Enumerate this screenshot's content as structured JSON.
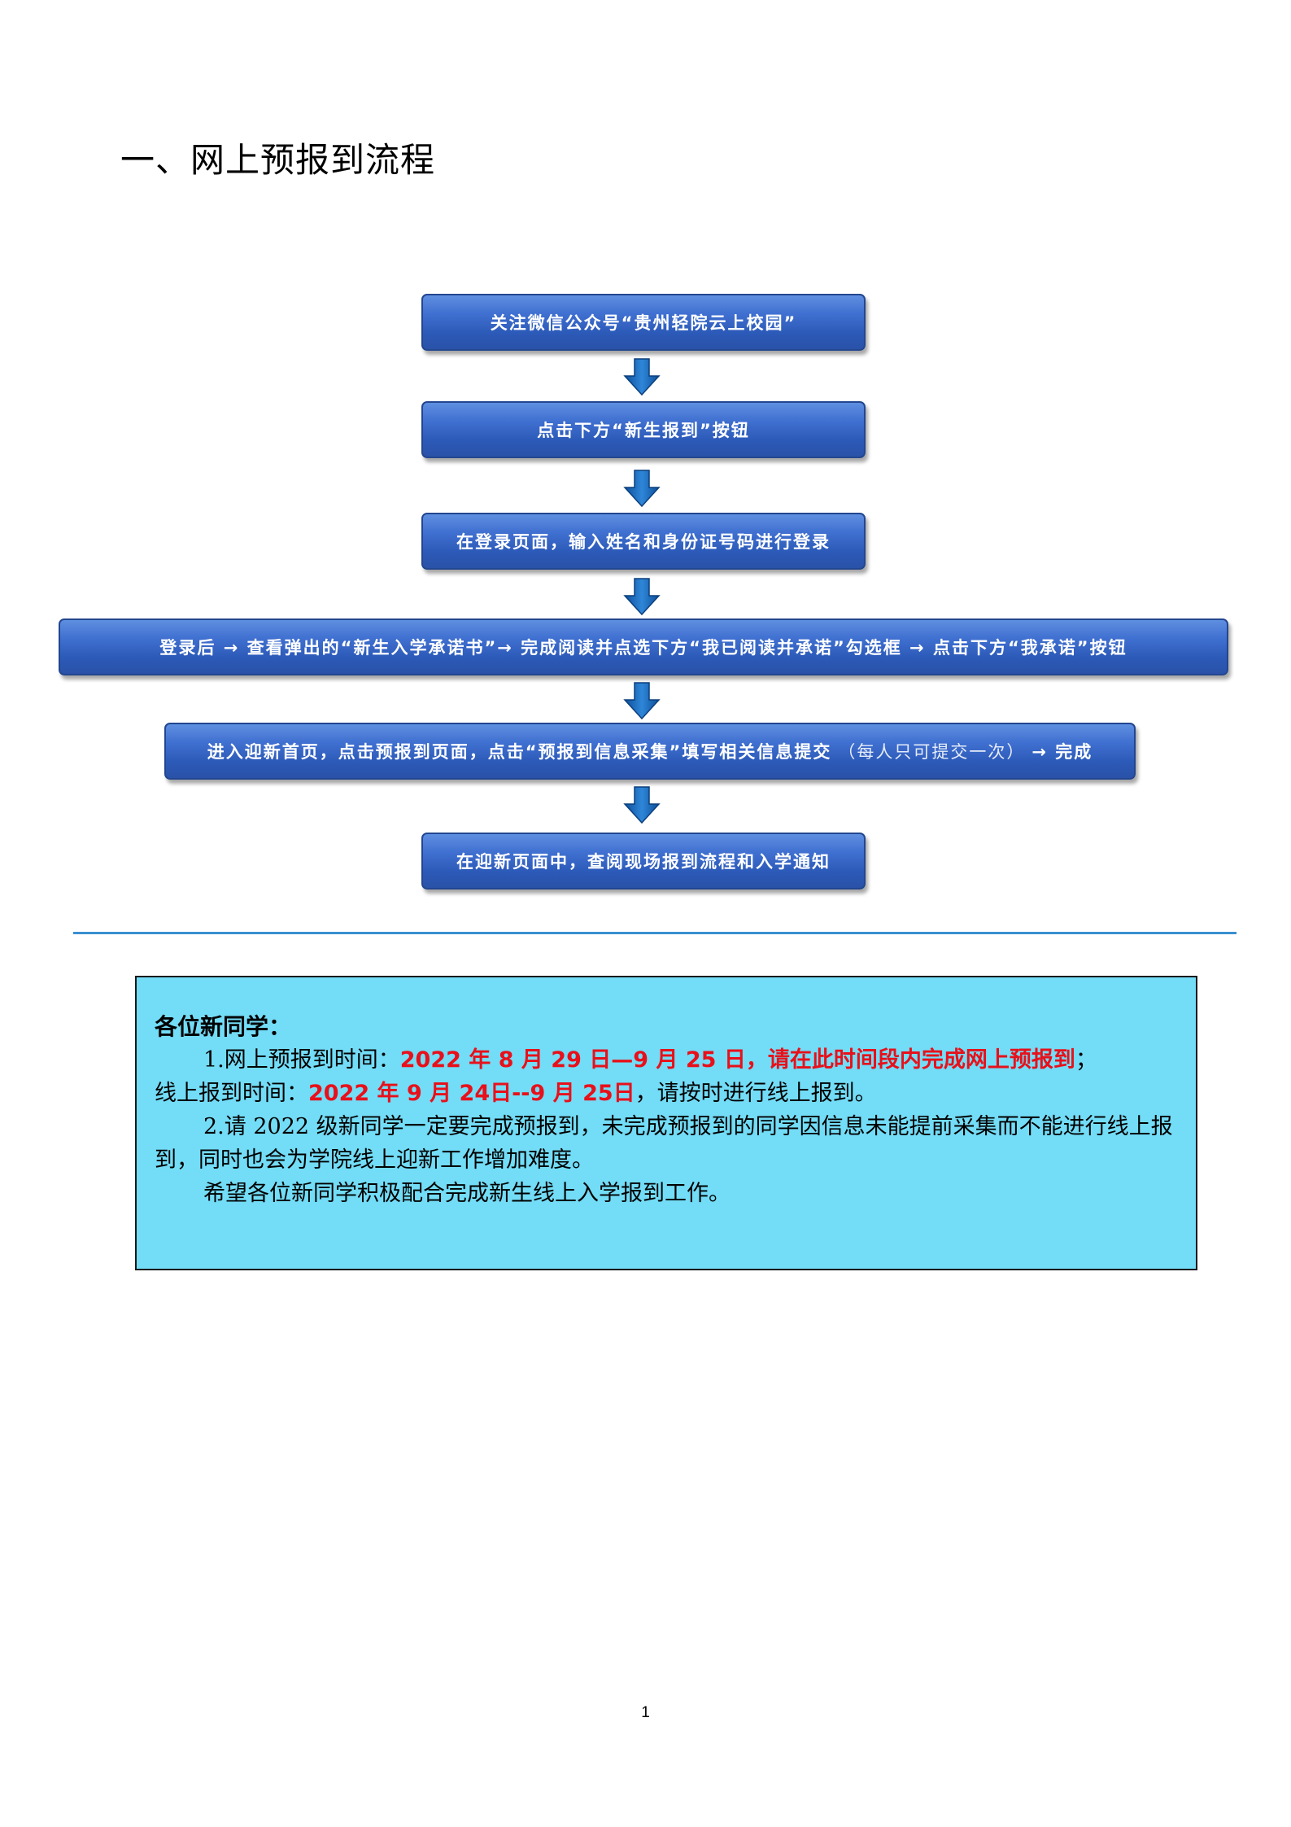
{
  "page": {
    "title": "一、网上预报到流程",
    "page_number": "1"
  },
  "flow": {
    "step1": "关注微信公众号“贵州轻院云上校园”",
    "step2": "点击下方“新生报到”按钮",
    "step3": "在登录页面，输入姓名和身份证号码进行登录",
    "step4": "登录后 → 查看弹出的“新生入学承诺书”→ 完成阅读并点选下方“我已阅读并承诺”勾选框 → 点击下方“我承诺”按钮",
    "step5_main": "进入迎新首页，点击预报到页面，点击“预报到信息采集”填写相关信息提交",
    "step5_note": "（每人只可提交一次）",
    "step5_end": "→ 完成",
    "step6": "在迎新页面中，查阅现场报到流程和入学通知",
    "arrow_icon": "down-arrow-icon",
    "box_color": "#3f6fd0",
    "arrow_color": "#1f6fc0"
  },
  "notice": {
    "heading": "各位新同学：",
    "p1_label": "1.网上预报到时间：",
    "p1_red": "2022 年 8 月 29 日—9 月 25 日，请在此时间段内完成网上预报到",
    "p1_sep": "；",
    "p1b_label": "线上报到时间：",
    "p1b_red": "2022 年 9 月 24日--9 月 25日",
    "p1b_tail": "，请按时进行线上报到。",
    "p2": "2.请 2022 级新同学一定要完成预报到，未完成预报到的同学因信息未能提前采集而不能进行线上报到，同时也会为学院线上迎新工作增加难度。",
    "p3": "希望各位新同学积极配合完成新生线上入学报到工作。",
    "background_color": "#73dcf6",
    "highlight_color": "#e8101a"
  }
}
